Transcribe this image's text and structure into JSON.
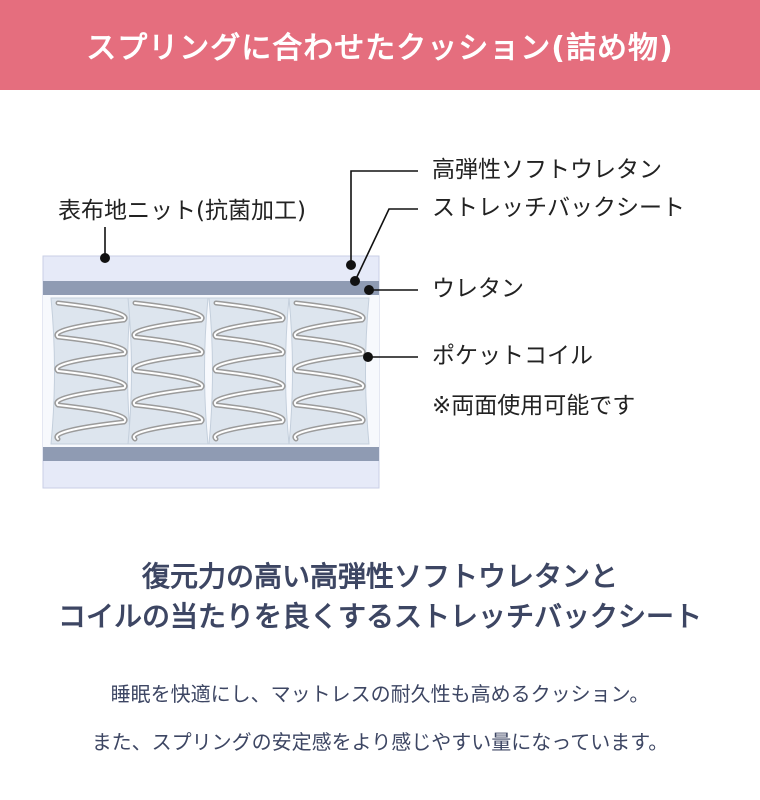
{
  "header": {
    "title": "スプリングに合わせたクッション(詰め物)"
  },
  "diagram": {
    "labels": {
      "cover": "表布地ニット(抗菌加工)",
      "soft_urethane": "高弾性ソフトウレタン",
      "stretch_sheet": "ストレッチバックシート",
      "urethane": "ウレタン",
      "pocket_coil": "ポケットコイル",
      "reversible_note": "※両面使用可能です"
    },
    "colors": {
      "cover": "#e6eaf8",
      "urethane": "#8f9bb3",
      "coil": "#9b9b9b",
      "coil_pocket": "#dde5ee"
    }
  },
  "headline": {
    "line1": "復元力の高い高弾性ソフトウレタンと",
    "line2": "コイルの当たりを良くするストレッチバックシート"
  },
  "description": {
    "line1": "睡眠を快適にし、マットレスの耐久性も高めるクッション。",
    "line2": "また、スプリングの安定感をより感じやすい量になっています。"
  }
}
